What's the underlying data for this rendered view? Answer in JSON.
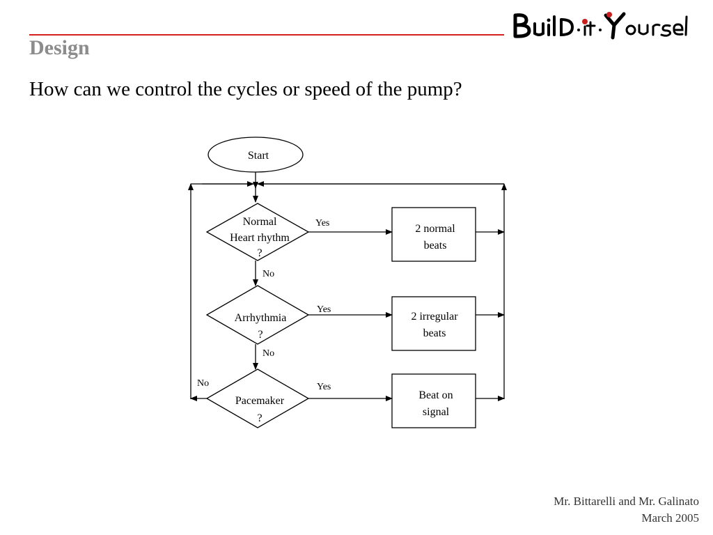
{
  "header": {
    "section_title": "Design",
    "question": "How can we control the cycles or speed of the pump?",
    "logo_text": "Build-it-Yourself"
  },
  "flowchart": {
    "start": "Start",
    "decisions": [
      {
        "lines": [
          "Normal",
          "Heart rhythm",
          "?"
        ],
        "yes": "Yes",
        "no": "No",
        "result": [
          "2 normal",
          "beats"
        ]
      },
      {
        "lines": [
          "Arrhythmia",
          "?"
        ],
        "yes": "Yes",
        "no": "No",
        "result": [
          "2 irregular",
          "beats"
        ]
      },
      {
        "lines": [
          "Pacemaker",
          "?"
        ],
        "yes": "Yes",
        "no": "No",
        "result": [
          "Beat on",
          "signal"
        ]
      }
    ]
  },
  "footer": {
    "authors": "Mr. Bittarelli and Mr. Galinato",
    "date": "March 2005"
  },
  "colors": {
    "accent_line": "#d42020",
    "section_title": "#8c8c8c",
    "logo_red": "#c81e1e"
  }
}
